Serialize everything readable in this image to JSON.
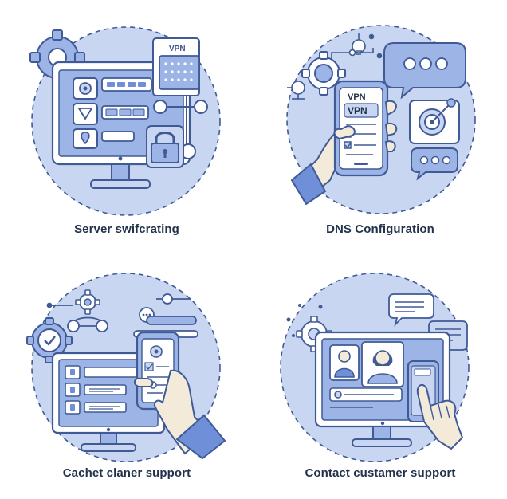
{
  "palette": {
    "outline": "#3f5a95",
    "light_fill": "#c8d6f2",
    "mid_fill": "#9db5e6",
    "accent": "#6f8fd8",
    "white": "#ffffff",
    "skin": "#f3ead9",
    "text": "#22324a"
  },
  "illustrations": [
    {
      "caption": "Server swifcrating",
      "vpn_tag": "VPN",
      "icons": [
        "gear-icon",
        "monitor-icon",
        "vpn-tag-icon",
        "padlock-icon",
        "node-link-icon",
        "chevron-down-icon",
        "pin-icon"
      ]
    },
    {
      "caption": "DNS Configuration",
      "vpn_labels": [
        "VPN",
        "VPN"
      ],
      "icons": [
        "phone-icon",
        "hand-icon",
        "chat-bubble-icon",
        "target-icon",
        "gear-icon",
        "circuit-icon",
        "checklist-icon"
      ]
    },
    {
      "caption": "Cachet claner support",
      "icons": [
        "monitor-icon",
        "phone-icon",
        "hand-icon",
        "gear-icon",
        "check-badge-icon",
        "chat-bubble-icon",
        "slider-icon"
      ]
    },
    {
      "caption": "Contact custamer support",
      "icons": [
        "monitor-icon",
        "user-avatar-icon",
        "chat-bubble-icon",
        "phone-icon",
        "pointing-hand-icon",
        "gear-icon"
      ]
    }
  ]
}
